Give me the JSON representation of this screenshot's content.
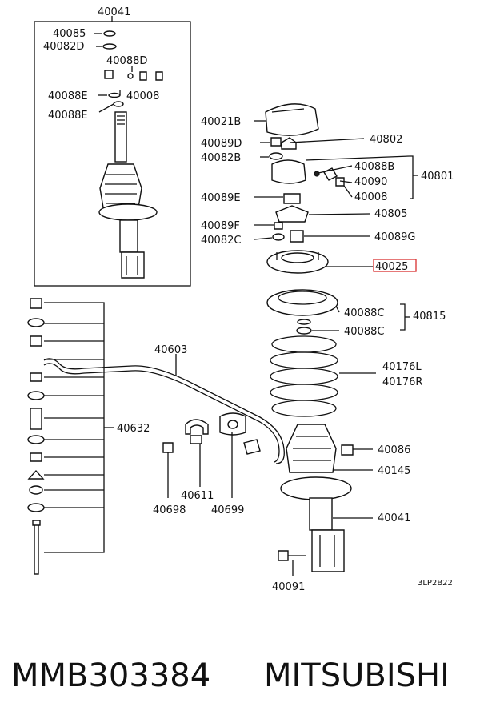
{
  "labels": {
    "l40041_top": "40041",
    "l40085": "40085",
    "l40082D": "40082D",
    "l40088D": "40088D",
    "l40088E_a": "40088E",
    "l40008_inset": "40008",
    "l40088E_b": "40088E",
    "l40021B": "40021B",
    "l40802": "40802",
    "l40089D": "40089D",
    "l40082B": "40082B",
    "l40088B": "40088B",
    "l40090": "40090",
    "l40008": "40008",
    "l40801": "40801",
    "l40089E": "40089E",
    "l40805": "40805",
    "l40089F": "40089F",
    "l40082C": "40082C",
    "l40089G": "40089G",
    "l40025": "40025",
    "l40088C_a": "40088C",
    "l40088C_b": "40088C",
    "l40815": "40815",
    "l40603": "40603",
    "l40176L": "40176L",
    "l40176R": "40176R",
    "l40632": "40632",
    "l40086": "40086",
    "l40145": "40145",
    "l40611": "40611",
    "l40698": "40698",
    "l40699": "40699",
    "l40041_bottom": "40041",
    "l40091": "40091"
  },
  "diagram_code": "3LP2B22",
  "footer": {
    "part_number": "MMB303384",
    "brand": "MITSUBISHI"
  },
  "highlight_color": "#d83030"
}
